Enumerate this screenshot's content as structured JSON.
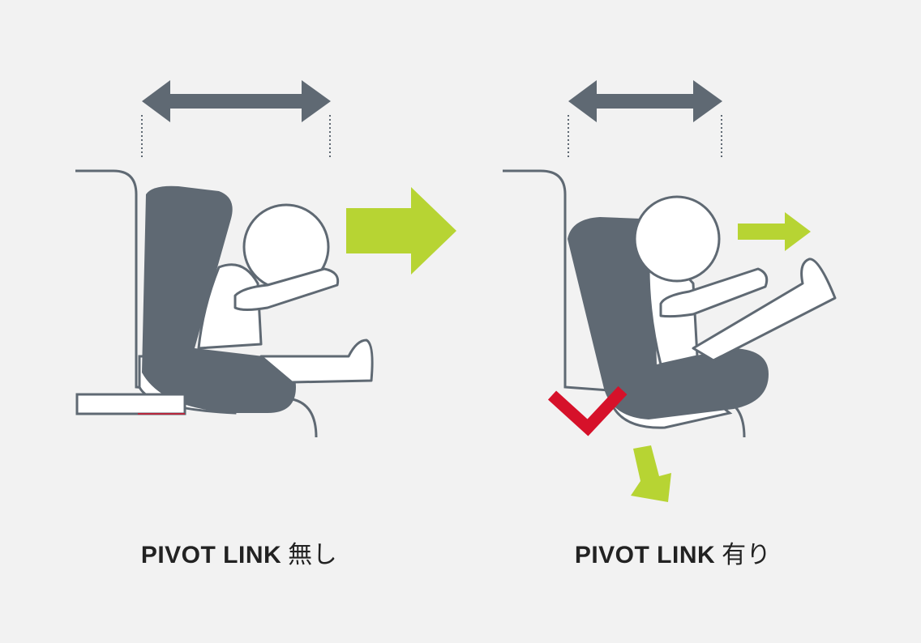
{
  "colors": {
    "background": "#f2f2f2",
    "seat": "#5f6973",
    "outline": "#5f6973",
    "child_fill": "#ffffff",
    "motion_arrow": "#b7d433",
    "pivot_mark": "#d6112a",
    "caption_text": "#222222"
  },
  "panels": [
    {
      "caption_main": "PIVOT LINK",
      "caption_suffix": "無し",
      "forward_motion": "large",
      "downward_motion": "none"
    },
    {
      "caption_main": "PIVOT LINK",
      "caption_suffix": "有り",
      "forward_motion": "small",
      "downward_motion": "present"
    }
  ],
  "icons": [
    "double-arrow-icon",
    "forward-arrow-icon",
    "downward-arrow-icon",
    "pivot-check-icon"
  ]
}
